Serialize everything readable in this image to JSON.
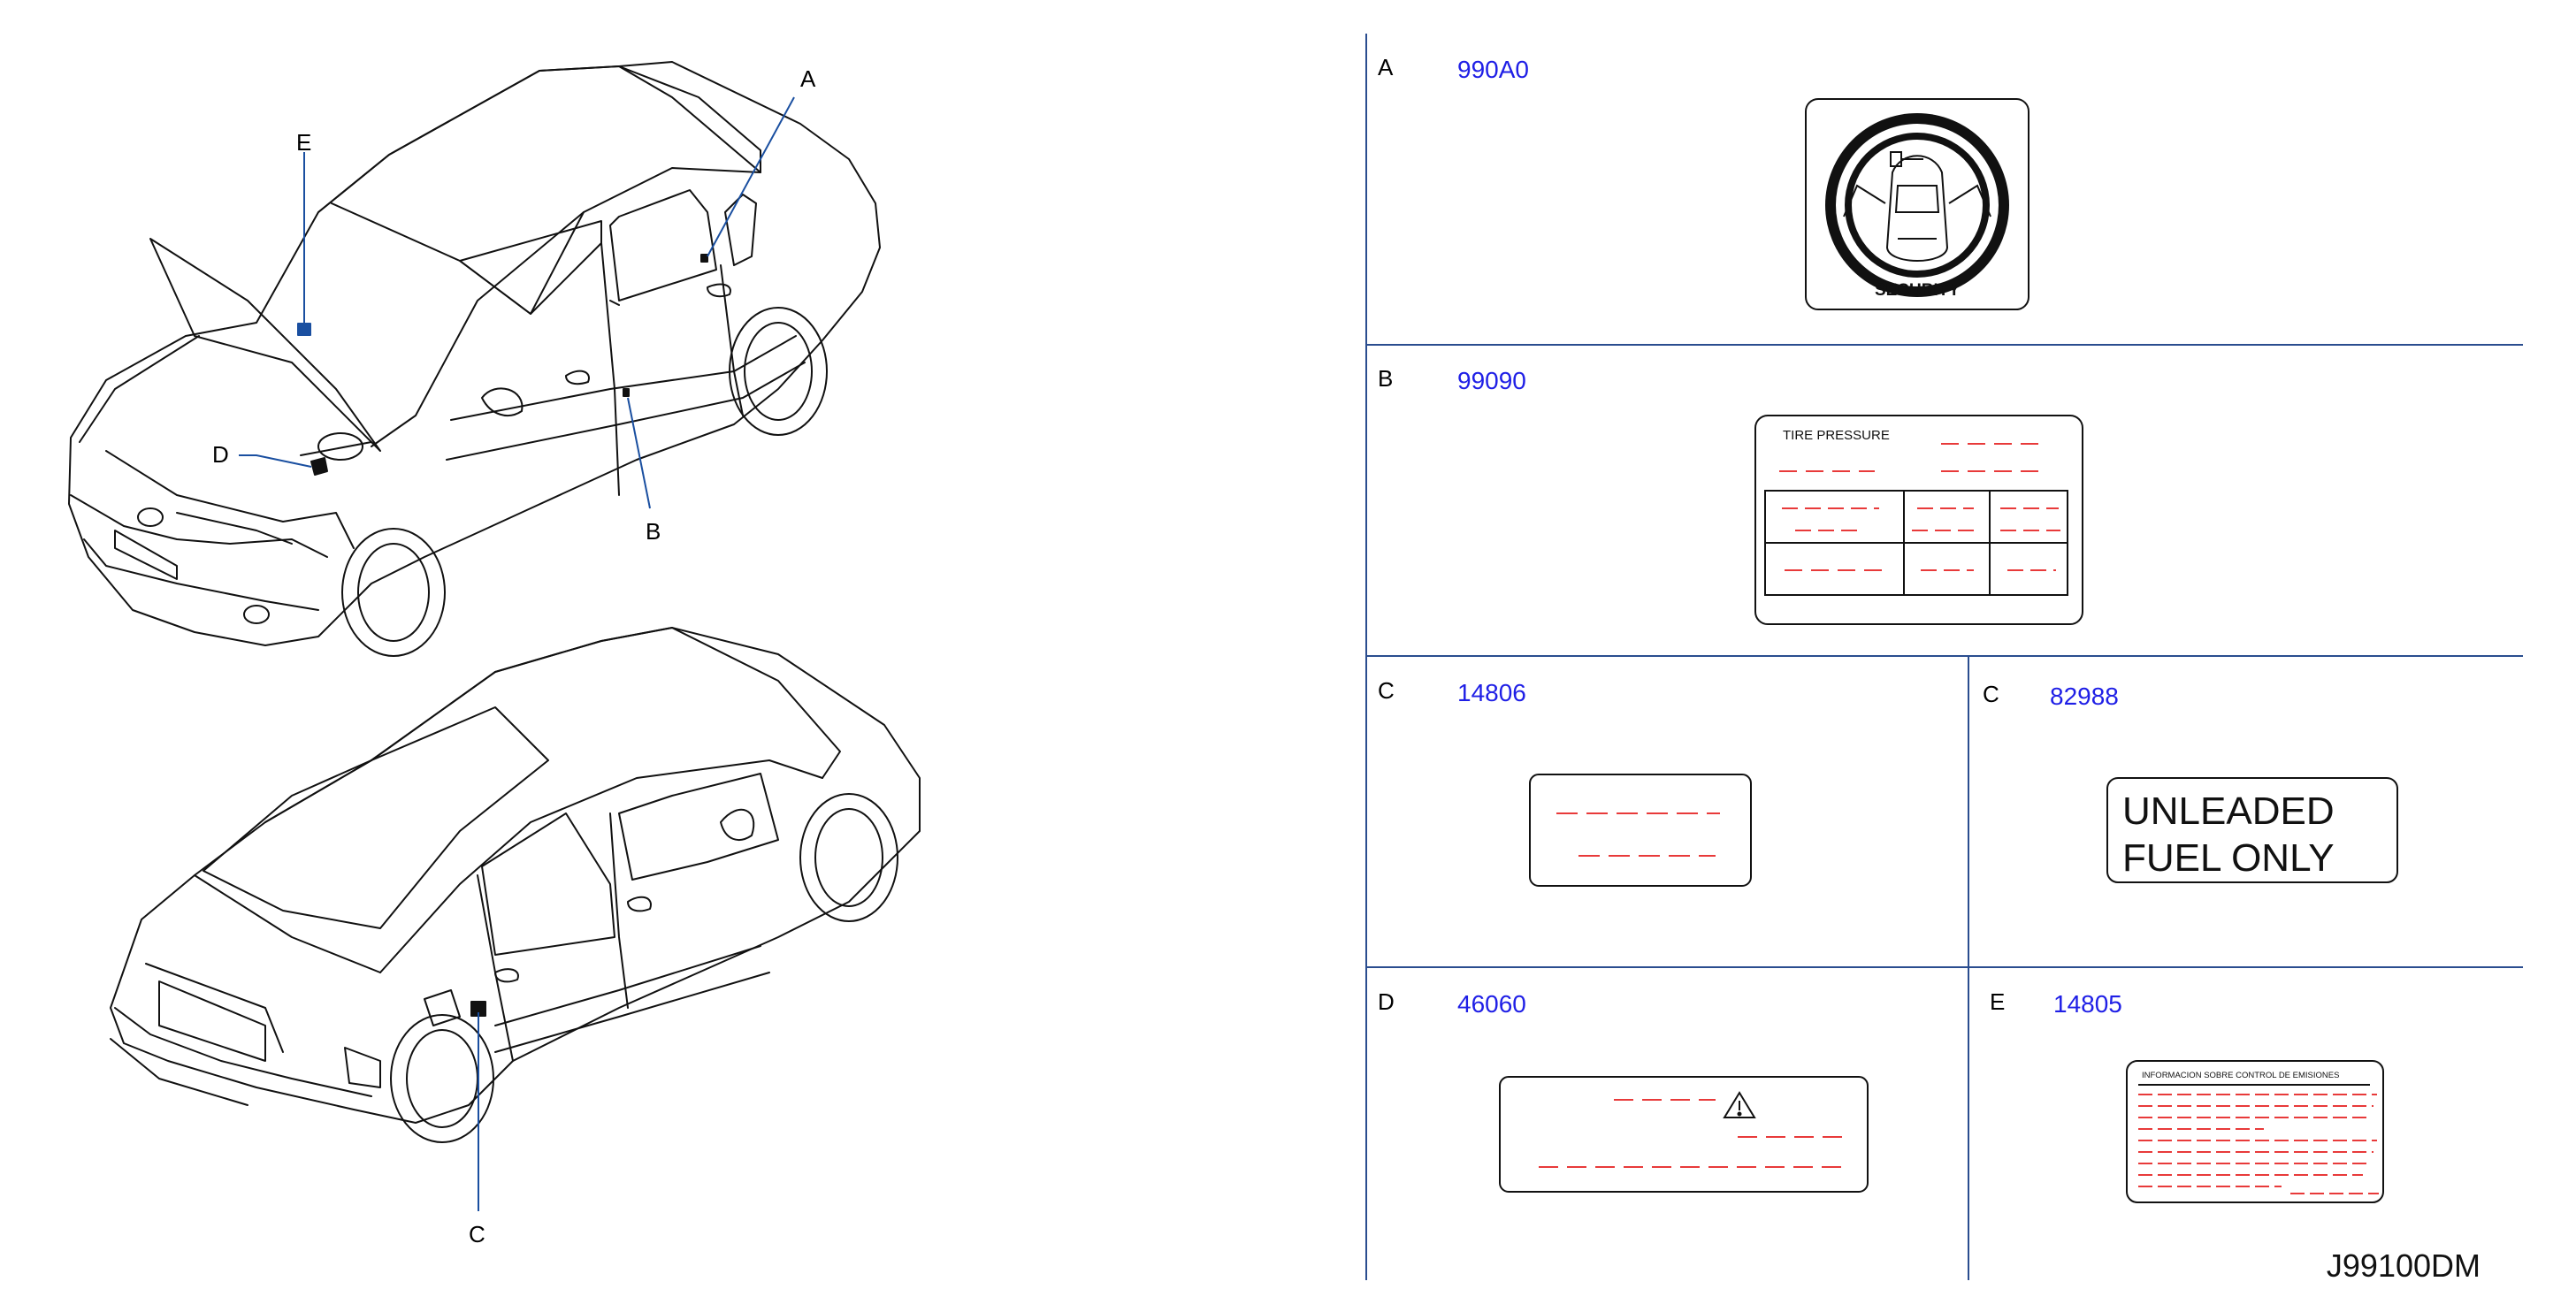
{
  "diagram_code": "J99100DM",
  "callouts": {
    "A": "A",
    "B": "B",
    "C": "C",
    "D": "D",
    "E": "E"
  },
  "cells": [
    {
      "letter": "A",
      "part_number": "990A0"
    },
    {
      "letter": "B",
      "part_number": "99090"
    },
    {
      "letter": "C",
      "part_number": "14806"
    },
    {
      "letter": "C",
      "part_number": "82988"
    },
    {
      "letter": "D",
      "part_number": "46060"
    },
    {
      "letter": "E",
      "part_number": "14805"
    }
  ],
  "labels": {
    "security_text": "SECURITY",
    "tire_title": "TIRE   PRESSURE",
    "fuel_line1": "UNLEADED",
    "fuel_line2": "FUEL  ONLY",
    "emission_heading": "INFORMACION   SOBRE   CONTROL   DE   EMISIONES"
  },
  "colors": {
    "part_number_text": "#1f1fe6",
    "grid_line": "#2a4d8f",
    "placeholder_dash": "#e83a3a",
    "callout_line": "#1a4fa0"
  }
}
